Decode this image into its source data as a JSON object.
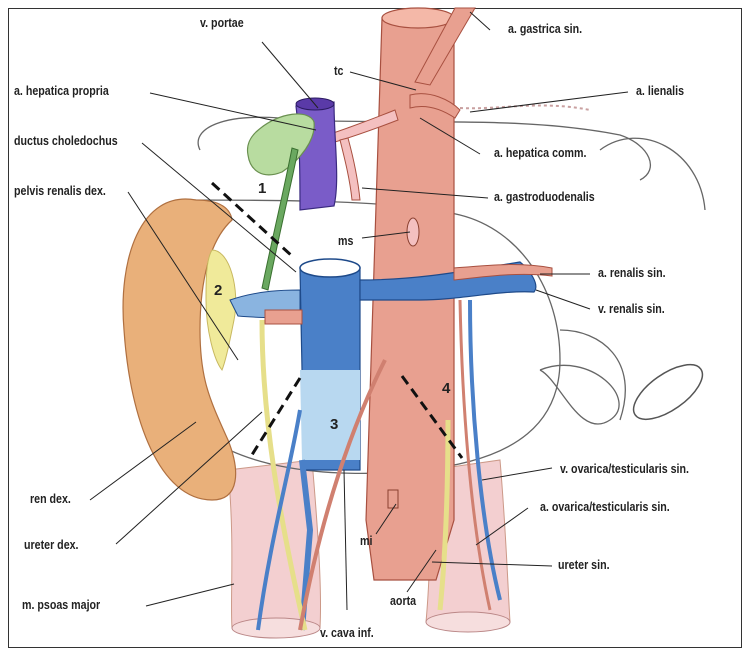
{
  "labels": {
    "v_portae": "v. portae",
    "a_gastrica_sin": "a. gastrica sin.",
    "tc": "tc",
    "a_lienalis": "a. lienalis",
    "a_hepatica_propria": "a. hepatica propria",
    "ductus_choledochus": "ductus choledochus",
    "a_hepatica_comm": "a. hepatica comm.",
    "pelvis_renalis_dex": "pelvis renalis dex.",
    "a_gastroduodenalis": "a. gastroduodenalis",
    "ms": "ms",
    "a_renalis_sin": "a. renalis sin.",
    "v_renalis_sin": "v. renalis sin.",
    "v_ovarica_sin": "v. ovarica/testicularis sin.",
    "a_ovarica_sin": "a. ovarica/testicularis sin.",
    "ren_dex": "ren dex.",
    "ureter_dex": "ureter dex.",
    "mi": "mi",
    "ureter_sin": "ureter sin.",
    "m_psoas_major": "m. psoas major",
    "aorta": "aorta",
    "v_cava_inf": "v. cava inf."
  },
  "regions": [
    "1",
    "2",
    "3",
    "4"
  ],
  "colors": {
    "aorta": "#e8a090",
    "vein": "#4a80c8",
    "kidney": "#e9b07a",
    "gallbladder": "#b8dca0",
    "portal": "#6a4ab8",
    "ureter": "#e6df8a"
  }
}
